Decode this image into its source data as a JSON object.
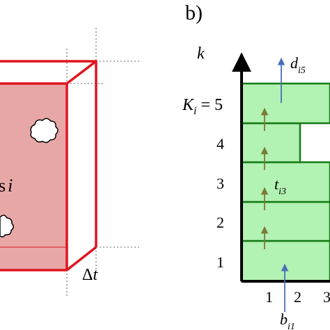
{
  "panel_b": {
    "label": "b)",
    "y_axis_label": "k",
    "ki_label_left": "K",
    "ki_label_sub": "i",
    "ki_label_eq": "= 5",
    "y_ticks": [
      "1",
      "2",
      "3",
      "4"
    ],
    "x_ticks": [
      "1",
      "2",
      "3"
    ],
    "d_label": "d",
    "d_sub": "i5",
    "t_label": "t",
    "t_sub": "i3",
    "b_label": "b",
    "b_sub": "i1"
  },
  "panel_a": {
    "label_fragment": "s",
    "label_italic": "i",
    "delta_label": "Δ",
    "delta_italic": "t"
  },
  "colors": {
    "box_stroke": "#e0141e",
    "box_fill": "#e8a7a7",
    "bar_fill": "#b2f2b2",
    "bar_stroke": "#157a15",
    "blue_arrow": "#4a6fb5",
    "olive_arrow": "#7a7a3a"
  }
}
